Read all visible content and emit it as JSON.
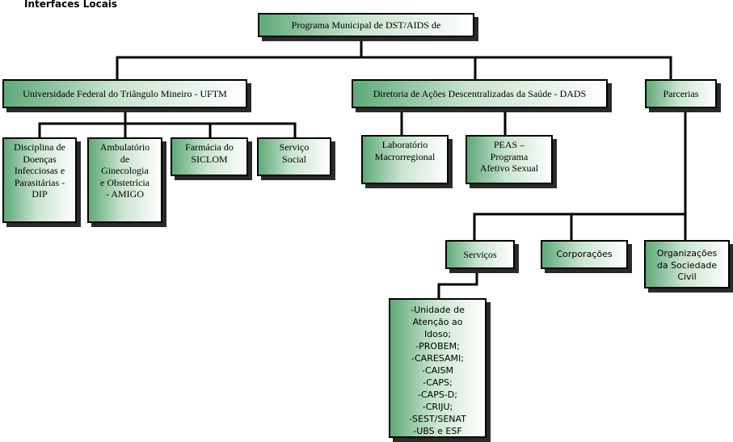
{
  "title": "Interfaces Locais",
  "root": "Programa Municipal de DST/AIDS de",
  "level1": {
    "uftm": "Universidade Federal do Triângulo Mineiro  - UFTM",
    "dads": "Diretoria de Ações Descentralizadas da Saúde - DADS",
    "parcerias": "Parcerias"
  },
  "uftm_children": {
    "dip": "Disciplina de\nDoenças\nInfecciosas e\nParasitárias -\nDIP",
    "amigo": "Ambulatório\nde\nGinecologia\ne Obstetrícia\n- AMIGO",
    "farmacia": "Farmácia do\nSICLOM",
    "servico_social": "Serviço\nSocial"
  },
  "dads_children": {
    "laboratorio": "Laboratório\nMacrorregional",
    "peas": "PEAS –\nPrograma\nAfetivo Sexual"
  },
  "parcerias_children": {
    "servicos": "Serviços",
    "corporacoes": "Corporações",
    "organizacoes": "Organizações\nda Sociedade\nCivil"
  },
  "servicos_list": "-Unidade de\nAtenção ao\nIdoso;\n-PROBEM;\n-CARESAMI;\n-CAISM\n-CAPS;\n-CAPS-D;\n-CRIJU;\n-SEST/SENAT\n-UBS e ESF"
}
